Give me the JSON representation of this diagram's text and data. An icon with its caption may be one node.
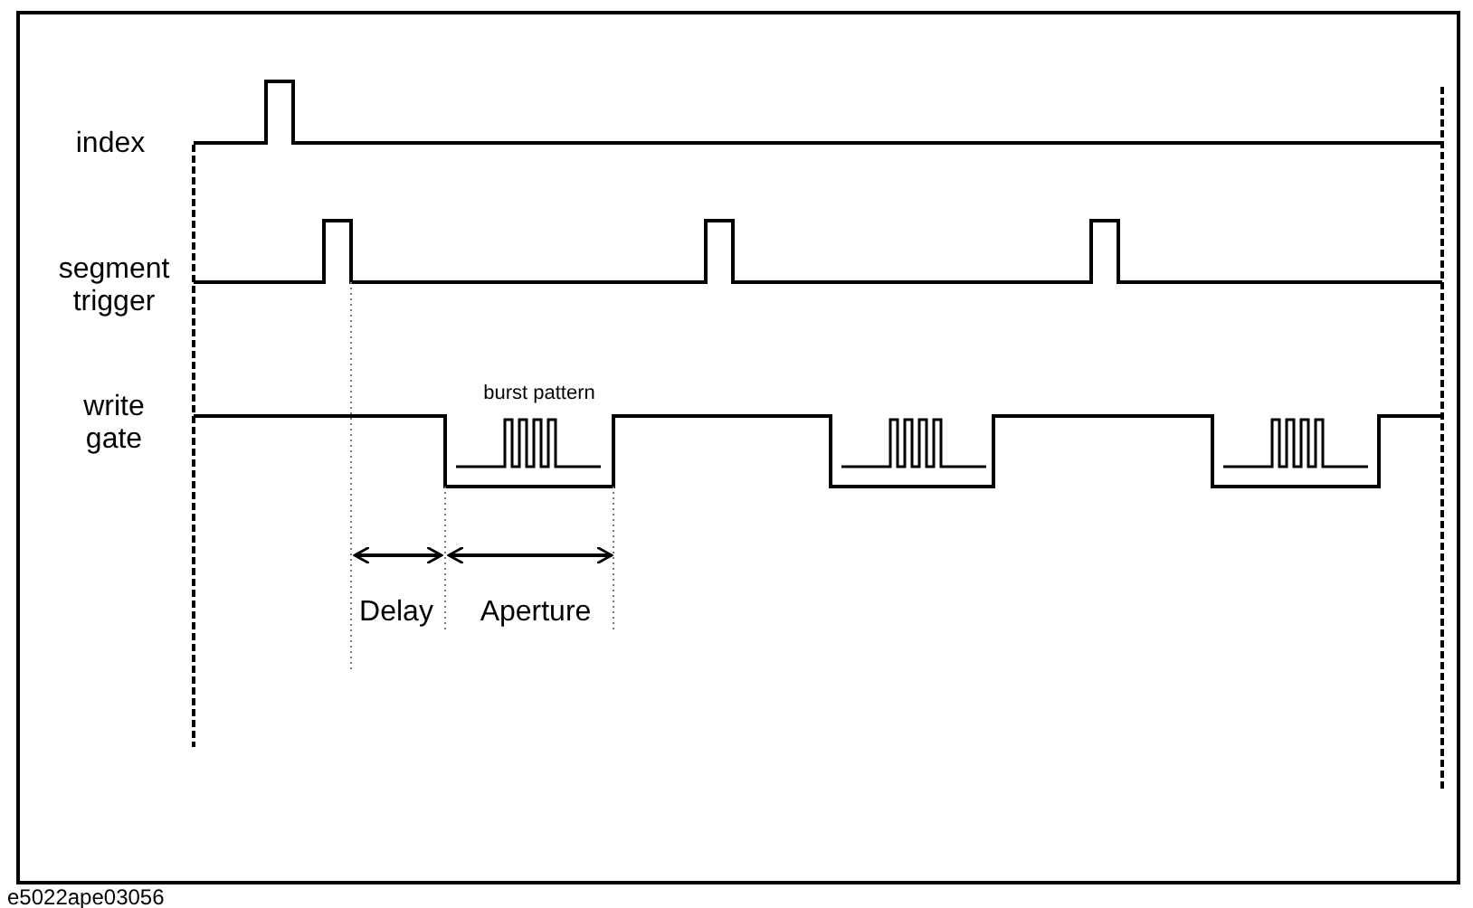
{
  "diagram": {
    "caption": "e5022ape03056",
    "labels": [
      "index",
      "segment trigger",
      "write gate",
      "burst pattern",
      "Delay",
      "Aperture"
    ]
  }
}
